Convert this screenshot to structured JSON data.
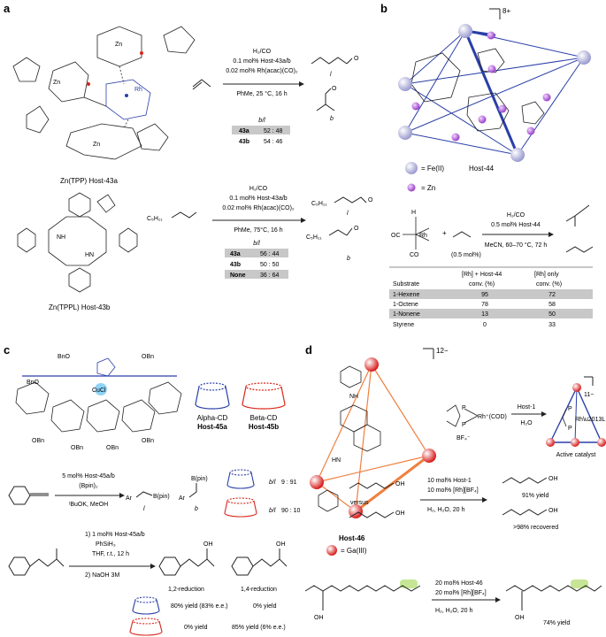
{
  "panels": {
    "a": {
      "letter": "a",
      "top": {
        "conditions": [
          "H₂/CO",
          "0.1 mol% Host-43a/b",
          "0.02 mol% Rh(acac)(CO)₂",
          "PhMe, 25 °C, 16 h"
        ],
        "product_linear": "l",
        "product_branched": "b",
        "ratio_header": "b/l",
        "table": [
          {
            "host": "43a",
            "ratio": "52 : 48"
          },
          {
            "host": "43b",
            "ratio": "54 : 46"
          }
        ],
        "host_label": "Zn(TPP) Host-43a"
      },
      "bottom": {
        "substrate": "C₅H₁₁",
        "conditions": [
          "H₂/CO",
          "0.1 mol% Host-43a/b",
          "0.02 mol% Rh(acac)(CO)₂",
          "PhMe, 75°C, 16 h"
        ],
        "product_linear_chain": "C₅H₁₁",
        "product_branched_chain": "C₅H₁₁",
        "product_linear": "l",
        "product_branched": "b",
        "ratio_header": "b/l",
        "table": [
          {
            "host": "43a",
            "ratio": "56 : 44"
          },
          {
            "host": "43b",
            "ratio": "50 : 50"
          },
          {
            "host": "None",
            "ratio": "36 : 64"
          }
        ],
        "host_label": "Zn(TPPL) Host-43b"
      }
    },
    "b": {
      "letter": "b",
      "charge": "8+",
      "legend": [
        {
          "label": "= Fe(II)",
          "color": "#b9b9e0"
        },
        {
          "label": "= Zn",
          "color": "#b36ad6"
        }
      ],
      "host_label": "Host-44",
      "catalyst_loading": "(0.5 mol%)",
      "conditions": [
        "H₂/CO",
        "0.5 mol% Host-44",
        "MeCN, 60–70 °C, 72 h"
      ],
      "table_headers": [
        "Substrate",
        "[Rh] + Host-44 conv. (%)",
        "[Rh] only conv. (%)"
      ],
      "table": [
        {
          "substrate": "1-Hexene",
          "with_host": "95",
          "rh_only": "72"
        },
        {
          "substrate": "1-Octene",
          "with_host": "78",
          "rh_only": "58"
        },
        {
          "substrate": "1-Nonene",
          "with_host": "13",
          "rh_only": "50"
        },
        {
          "substrate": "Styrene",
          "with_host": "0",
          "rh_only": "33"
        }
      ]
    },
    "c": {
      "letter": "c",
      "cd_labels": [
        {
          "name": "Alpha-CD",
          "host": "Host-45a",
          "color": "#2a3fa8"
        },
        {
          "name": "Beta-CD",
          "host": "Host-45b",
          "color": "#d9261c"
        }
      ],
      "cucl": "CuCl",
      "reaction1": {
        "conditions": [
          "5 mol% Host-45a/b",
          "(Bpin)₂",
          "ᵗBuOK, MeOH"
        ],
        "product_l": "l",
        "product_b": "b",
        "ratios": [
          {
            "label": "b/l",
            "value": "9 : 91"
          },
          {
            "label": "b/l",
            "value": "90 : 10"
          }
        ]
      },
      "reaction2": {
        "conditions": [
          "1) 1 mol% Host-45a/b",
          "PhSiH₃",
          "THF, r.t., 12 h",
          "2) NaOH 3M"
        ],
        "product_12": "1,2-reduction",
        "product_14": "1,4-reduction",
        "results": [
          {
            "r12": "80% yield (83% e.e.)",
            "r14": "0% yield"
          },
          {
            "r12": "0% yield",
            "r14": "85% yield (6% e.e.)"
          }
        ]
      }
    },
    "d": {
      "letter": "d",
      "charge": "12−",
      "product_charge": "11−",
      "host_label": "Host-46",
      "legend": "= Ga(III)",
      "rh_complex": "Rh⁺(COD)",
      "bf4": "BF₄⁻",
      "arrow_top": "Host-1",
      "arrow_bottom": "H₂O",
      "active": "Active catalyst",
      "versus": "versus",
      "reaction1": {
        "conditions": [
          "10 mol% Host-1",
          "10 mol% [Rh][BF₄]",
          "H₂, H₂O, 20 h"
        ],
        "result_top": "91% yield",
        "result_bottom": ">98% recovered"
      },
      "reaction2": {
        "conditions": [
          "20 mol% Host-46",
          "20 mol% [Rh][BF₄]",
          "H₂, H₂O, 20 h"
        ],
        "result": "74% yield"
      }
    }
  }
}
